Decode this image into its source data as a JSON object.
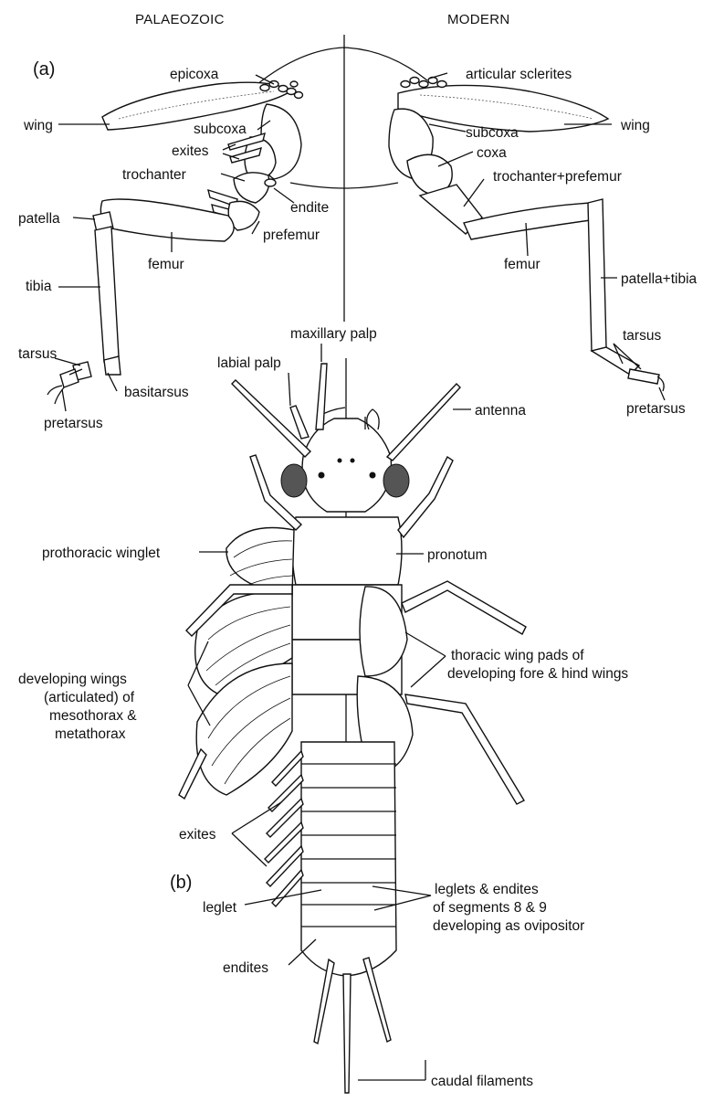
{
  "headers": {
    "left": "PALAEOZOIC",
    "right": "MODERN"
  },
  "panels": {
    "a": "(a)",
    "b": "(b)"
  },
  "labels": {
    "epicoxa": "epicoxa",
    "wing": "wing",
    "subcoxa": "subcoxa",
    "exites": "exites",
    "trochanter": "trochanter",
    "endite": "endite",
    "patella": "patella",
    "prefemur": "prefemur",
    "femur": "femur",
    "tibia": "tibia",
    "tarsus": "tarsus",
    "basitarsus": "basitarsus",
    "pretarsus": "pretarsus",
    "articular_sclerites": "articular sclerites",
    "coxa": "coxa",
    "trochanter_prefemur": "trochanter+prefemur",
    "patella_tibia": "patella+tibia",
    "maxillary_palp": "maxillary palp",
    "labial_palp": "labial palp",
    "antenna": "antenna",
    "prothoracic_winglet": "prothoracic winglet",
    "pronotum": "pronotum",
    "developing_wings": [
      "developing wings",
      "(articulated) of",
      "mesothorax &",
      "metathorax"
    ],
    "thoracic_wing_pads": [
      "thoracic wing pads of",
      "developing fore & hind wings"
    ],
    "leglet": "leglet",
    "endites": "endites",
    "leglets_endites": [
      "leglets & endites",
      "of segments 8 & 9",
      "developing as ovipositor"
    ],
    "caudal_filaments": "caudal filaments"
  }
}
